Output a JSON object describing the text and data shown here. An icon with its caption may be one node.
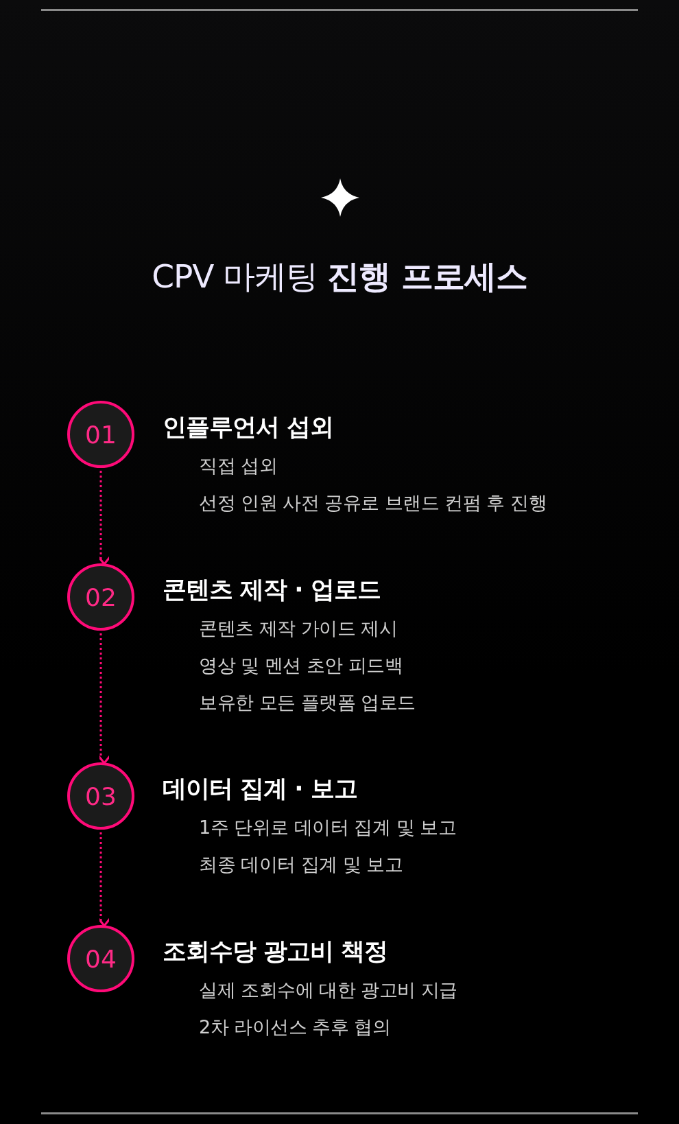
{
  "diagram": {
    "title": "CPV 마케팅 **진행 프로세스**",
    "nodes": [
      {
        "text": [
          "01"
        ],
        "beside": [
          "인플루언서 섭외",
          "직접 섭외",
          "선정 인원 사전 공유로 브랜드 컨펌 후 진행"
        ]
      },
      {
        "text": [
          "02"
        ],
        "beside": [
          "콘텐츠 제작 · 업로드",
          "콘텐츠 제작 가이드 제시",
          "영상 및 멘션 초안 피드백",
          "보유한 모든 플랫폼 업로드"
        ]
      },
      {
        "text": [
          "03"
        ],
        "beside": [
          "데이터 집계 · 보고",
          "1주 단위로 데이터 집계 및 보고",
          "최종 데이터 집계 및 보고"
        ]
      },
      {
        "text": [
          "04"
        ],
        "beside": [
          "조회수당 광고비 책정",
          "실제 조회수에 대한 광고비 지급",
          "2차 라이선스 추후 협의"
        ]
      }
    ],
    "edges": [
      {
        "from": 0,
        "to": 1,
        "arrow": "to",
        "style": "dashed"
      },
      {
        "from": 1,
        "to": 2,
        "arrow": "to",
        "style": "dashed"
      },
      {
        "from": 2,
        "to": 3,
        "arrow": "to",
        "style": "dashed"
      }
    ]
  }
}
